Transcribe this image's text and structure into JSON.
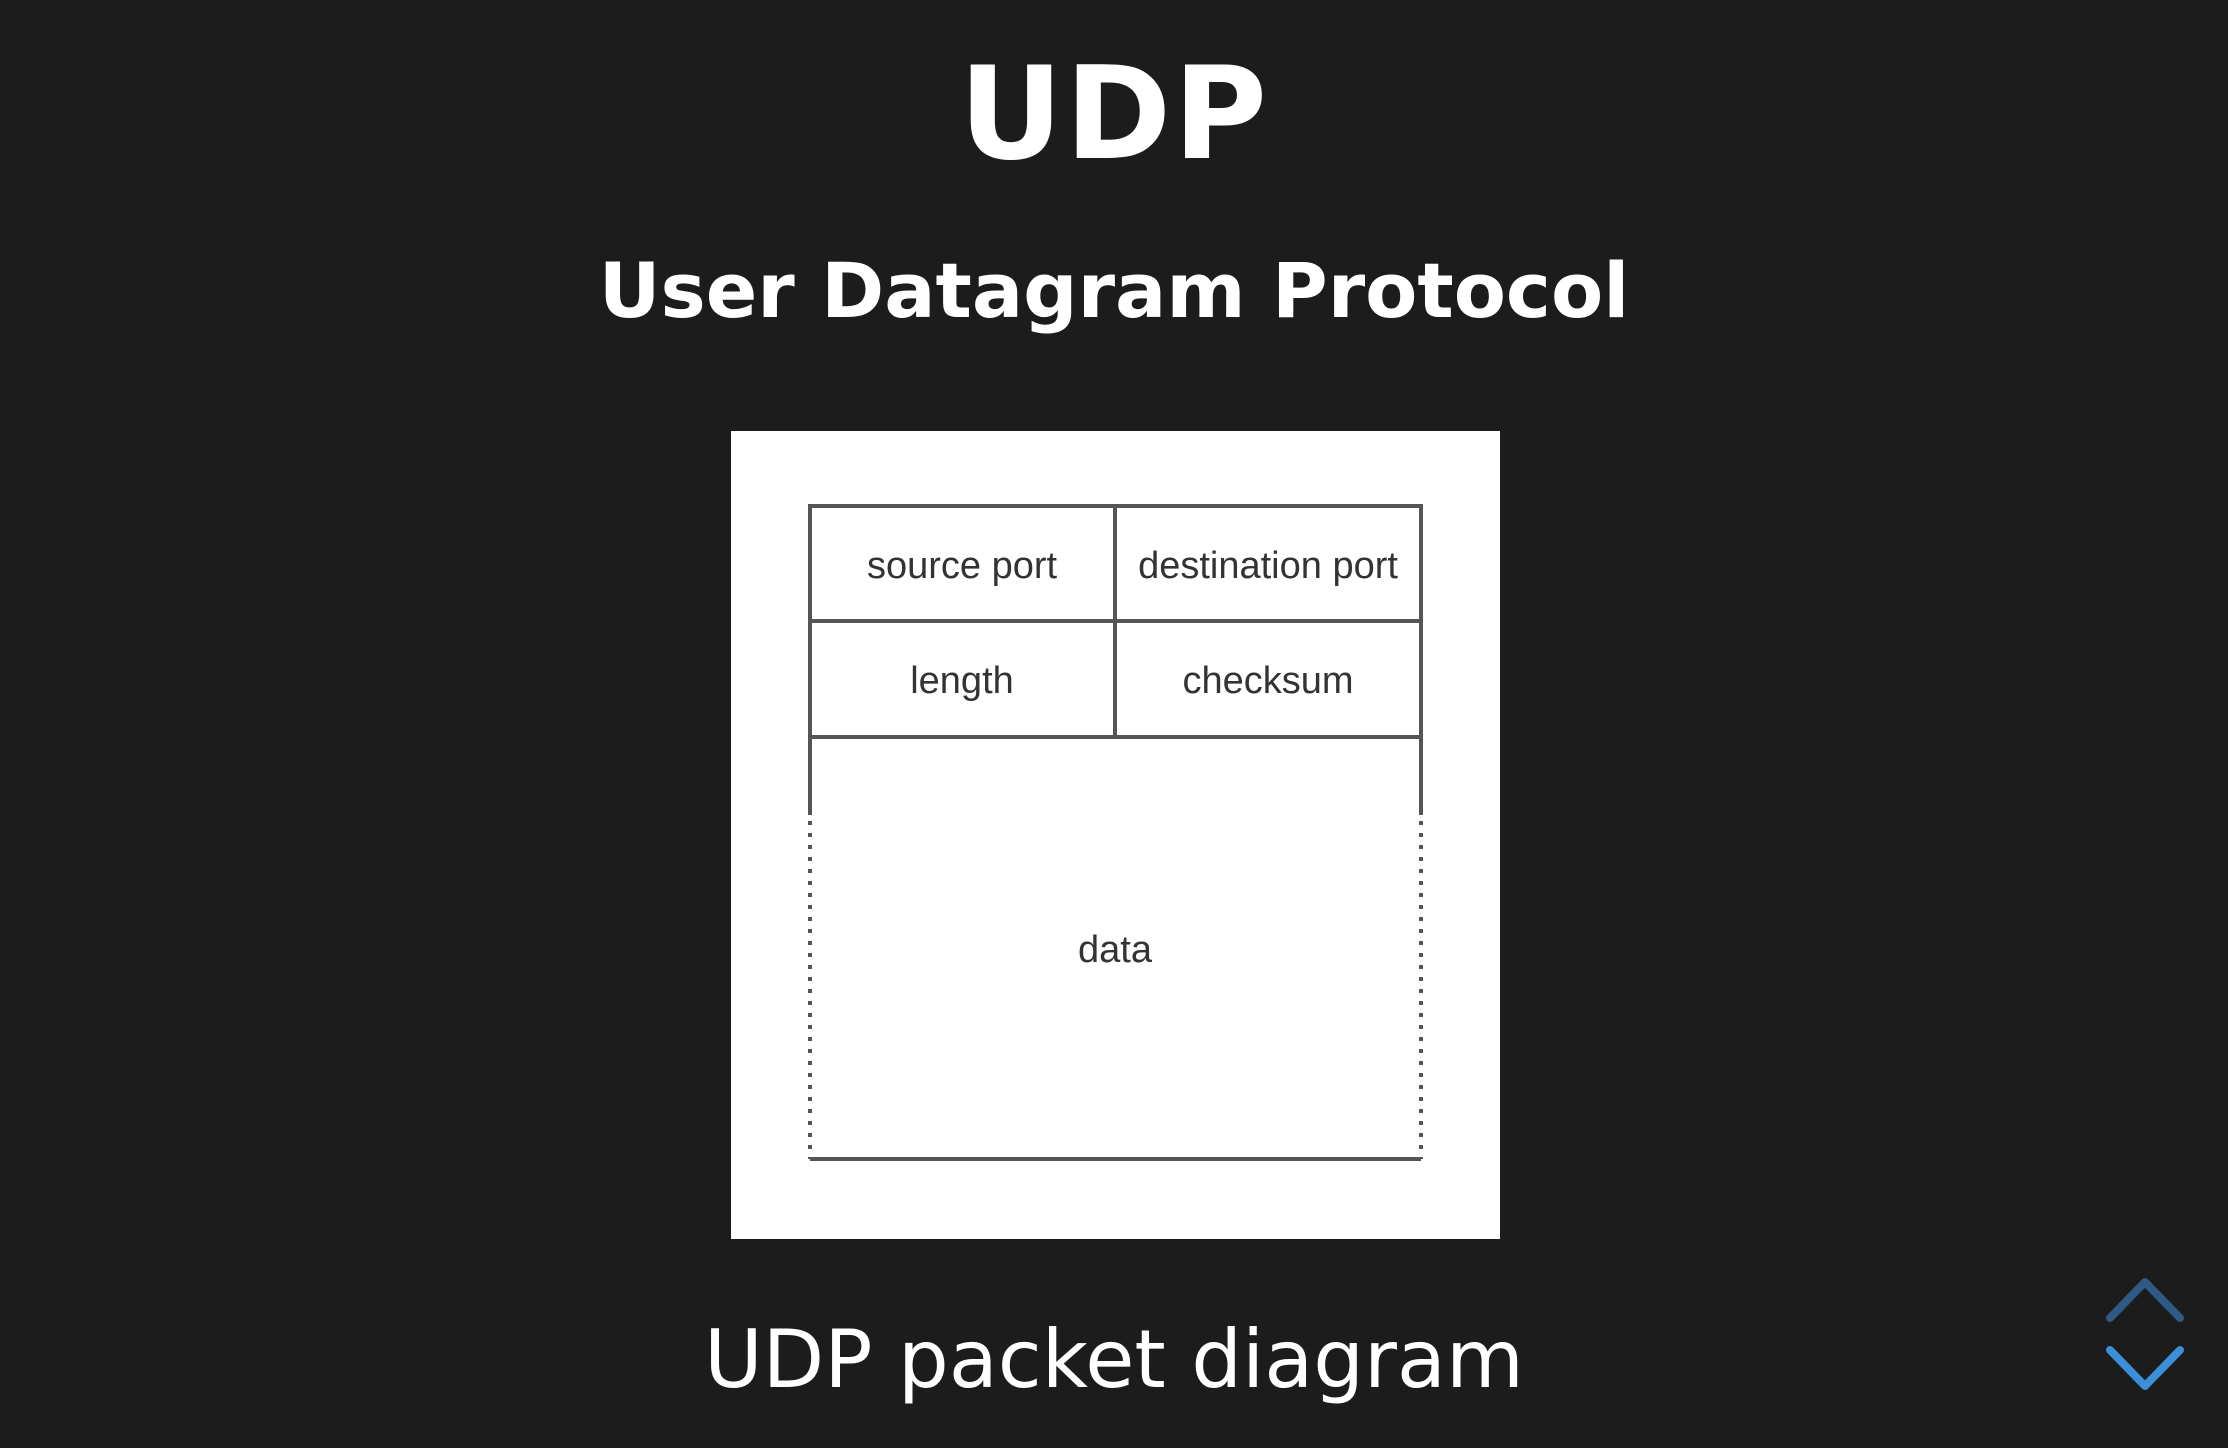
{
  "slide": {
    "title": "UDP",
    "subtitle": "User Datagram Protocol",
    "caption": "UDP packet diagram"
  },
  "packet_diagram": {
    "fields": {
      "source_port": "source port",
      "destination_port": "destination port",
      "length": "length",
      "checksum": "checksum",
      "data": "data"
    }
  },
  "navigation": {
    "up_icon": "chevron-up-icon",
    "down_icon": "chevron-down-icon",
    "up_color": "#2f5a86",
    "down_color": "#3b8fd8"
  },
  "colors": {
    "background": "#1c1c1c",
    "text": "#ffffff",
    "diagram_line": "#555555",
    "diagram_text": "#333333"
  }
}
